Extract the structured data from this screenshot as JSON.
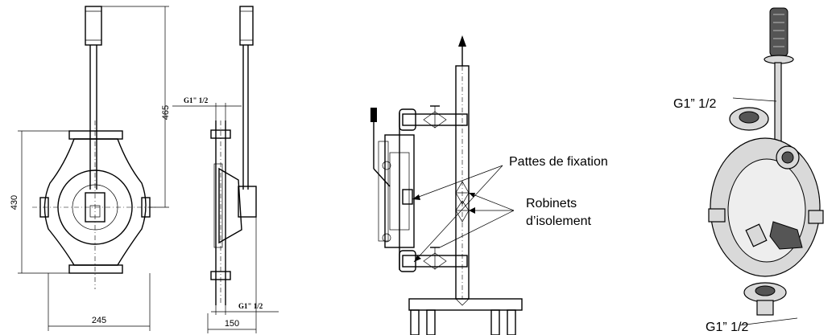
{
  "front_view": {
    "height_dim": "465",
    "body_height_dim": "430",
    "width_dim": "245"
  },
  "side_view": {
    "inlet_label": "G1\" 1/2",
    "outlet_label": "G1\" 1/2",
    "depth_dim": "150"
  },
  "installation": {
    "callout_fixing": "Pattes de fixation",
    "callout_valves_line1": "Robinets",
    "callout_valves_line2": "d’isolement"
  },
  "photo": {
    "top_connection": "G1” 1/2",
    "bottom_connection": "G1” 1/2"
  }
}
